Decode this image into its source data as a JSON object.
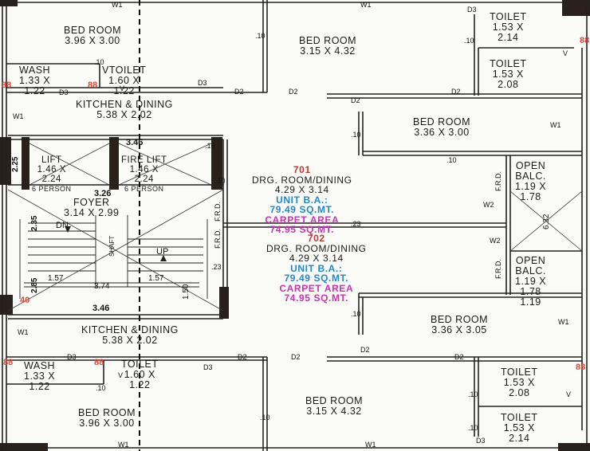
{
  "rooms": {
    "bed_tl": {
      "name": "BED ROOM",
      "size": "3.96 X 3.00"
    },
    "bed_tm": {
      "name": "BED ROOM",
      "size": "3.15 X 4.32"
    },
    "toilet_tr1": {
      "name": "TOILET",
      "size": "1.53 X",
      "size2": "2.14"
    },
    "toilet_tr2": {
      "name": "TOILET",
      "size": "1.53 X",
      "size2": "2.08"
    },
    "wash_t": {
      "name": "WASH",
      "size": "1.33 X",
      "size2": "1.22"
    },
    "vtoilet_t": {
      "name": "VTOILET",
      "size": "1.60 X",
      "size2": "1.22"
    },
    "kitchen_t": {
      "name": "KITCHEN & DINING",
      "size": "5.38 X 2.02"
    },
    "bed_mr_t": {
      "name": "BED ROOM",
      "size": "3.36 X 3.00"
    },
    "lift": {
      "name": "LIFT",
      "size": "1.46 X",
      "size2": "2.24",
      "cap": "6 PERSON"
    },
    "fire_lift": {
      "name": "FIRE LIFT",
      "size": "1.46 X",
      "size2": "2.24",
      "cap": "6 PERSON"
    },
    "foyer": {
      "name": "FOYER",
      "size": "3.14 X 2.99"
    },
    "open_balc_1": {
      "name": "OPEN",
      "name2": "BALC.",
      "size": "1.19 X",
      "size2": "1.78"
    },
    "open_balc_2": {
      "name": "OPEN",
      "name2": "BALC.",
      "size": "1.19 X",
      "size2": "1.78",
      "size3": "1.19"
    },
    "bed_mr_b": {
      "name": "BED ROOM",
      "size": "3.36 X 3.05"
    },
    "kitchen_b": {
      "name": "KITCHEN & DINING",
      "size": "5.38 X 2.02"
    },
    "wash_b": {
      "name": "WASH",
      "size": "1.33 X",
      "size2": "1.22"
    },
    "toilet_b": {
      "name": "TOILET",
      "size": "1.60 X",
      "size2": "1.22"
    },
    "toilet_br1": {
      "name": "TOILET",
      "size": "1.53 X",
      "size2": "2.08"
    },
    "toilet_br2": {
      "name": "TOILET",
      "size": "1.53 X",
      "size2": "2.14"
    },
    "bed_bl": {
      "name": "BED ROOM",
      "size": "3.96 X 3.00"
    },
    "bed_bm": {
      "name": "BED ROOM",
      "size": "3.15 X 4.32"
    }
  },
  "units": [
    {
      "no": "701",
      "room": "DRG. ROOM/DINING",
      "size": "4.29 X 3.14",
      "ba_label": "UNIT B.A.:",
      "ba_value": "79.49 SQ.MT.",
      "ca_label": "CARPET AREA",
      "ca_value": "74.95 SQ.MT."
    },
    {
      "no": "702",
      "room": "DRG. ROOM/DINING",
      "size": "4.29 X 3.14",
      "ba_label": "UNIT B.A.:",
      "ba_value": "79.49 SQ.MT.",
      "ca_label": "CARPET AREA",
      "ca_value": "74.95 SQ.MT."
    }
  ],
  "markers": {
    "w1": "W1",
    "w2": "W2",
    "d2": "D2",
    "d3": "D3",
    "v": "V",
    "dot10": ".10",
    "dot23": ".23",
    "dn": "DN",
    "up": "UP",
    "frd": "F.R.D.",
    "dim_346": "3.46",
    "dim_326": "3.26",
    "dim_157": "1.57",
    "dim_374": "3.74",
    "dim_150": "1.50",
    "dim_235": "2.35",
    "dim_225": "2.25",
    "dim_285": "2.85",
    "dim_632": "6.32",
    "red_88": "88",
    "red_40": "40",
    "shaft": "SHAFT"
  },
  "colors": {
    "wall": "#2a201c",
    "line": "#222222",
    "accent_red": "#e8452f",
    "ba_blue": "#1e88d8",
    "ca_magenta": "#d12fb4",
    "unit_red": "#c8362c"
  }
}
